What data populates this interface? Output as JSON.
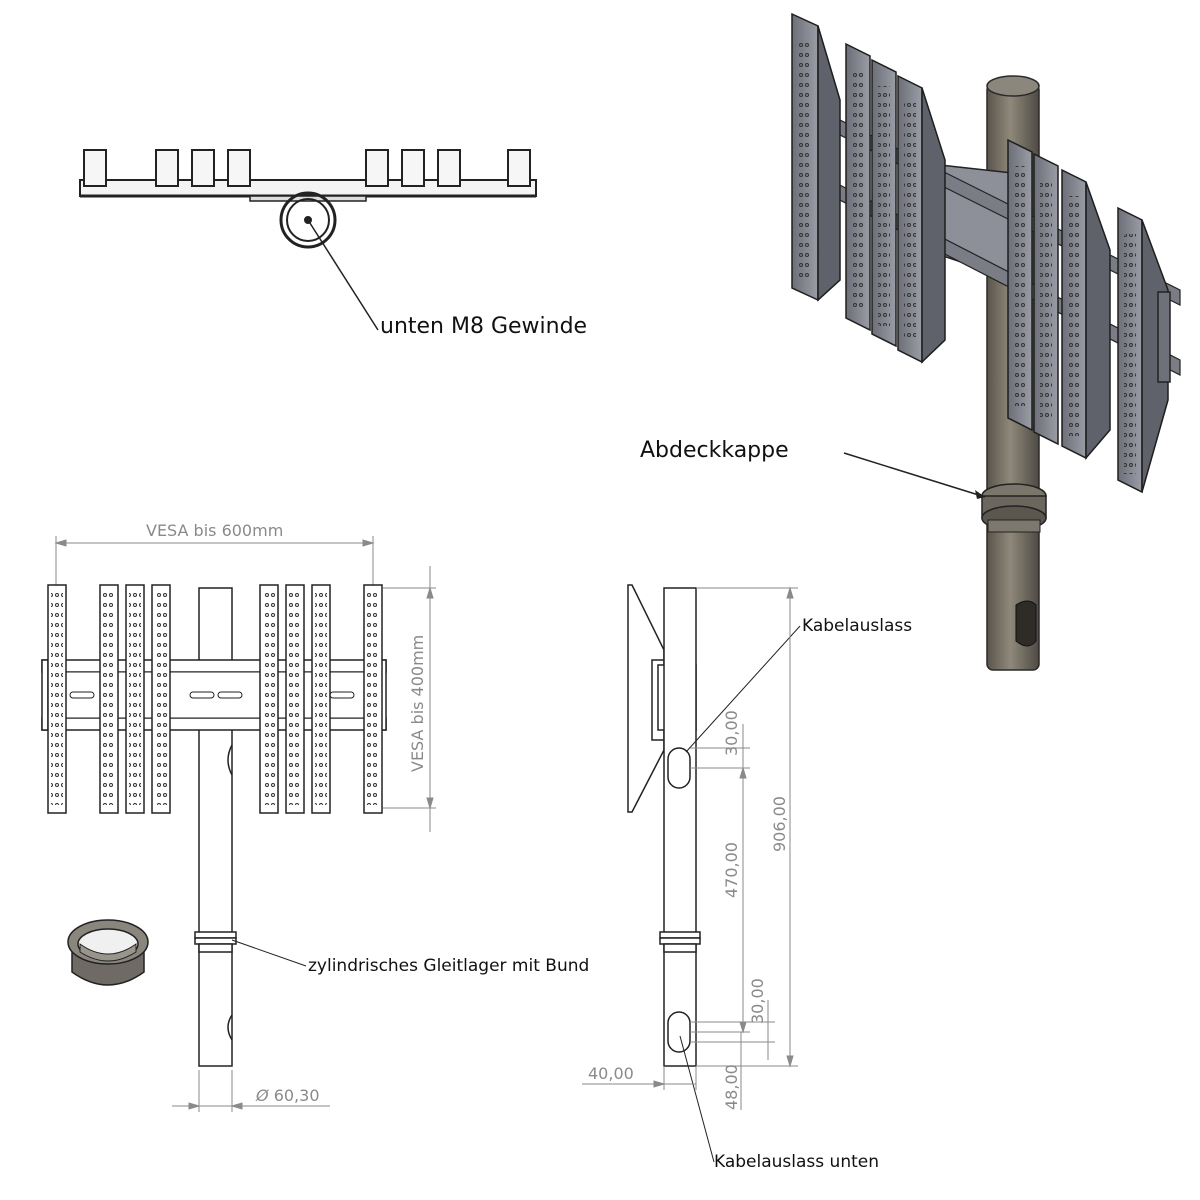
{
  "labels": {
    "top_callout": "unten M8 Gewinde",
    "cap_callout": "Abdeckkappe",
    "bearing_callout": "zylindrisches Gleitlager mit Bund",
    "cable_outlet": "Kabelauslass",
    "cable_outlet_bottom": "Kabelauslass unten"
  },
  "dimensions": {
    "vesa_width": "VESA bis 600mm",
    "vesa_height": "VESA bis 400mm",
    "pipe_diameter": "60,30",
    "pipe_diameter_symbol": "Ø",
    "total_height": "906,00",
    "outlet_spacing": "470,00",
    "upper_outlet_height": "30,00",
    "lower_outlet_height": "30,00",
    "lower_offset": "48,00",
    "side_width": "40,00"
  }
}
